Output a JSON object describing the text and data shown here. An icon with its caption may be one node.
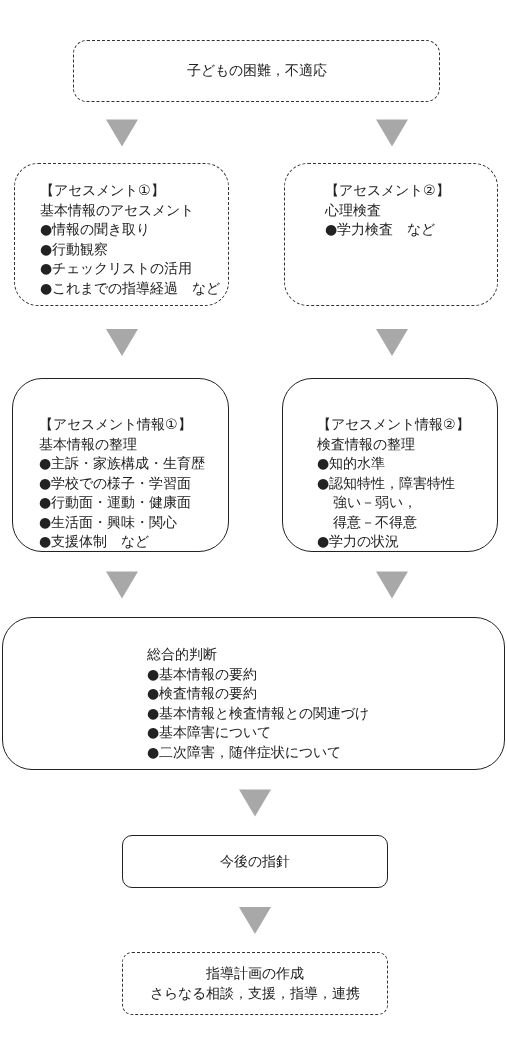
{
  "diagram": {
    "nodes": [
      {
        "text": [
          "子どもの困難，不適応"
        ]
      },
      {
        "text": [
          "【アセスメント①】",
          "基本情報のアセスメント",
          "●情報の聞き取り",
          "●行動観察",
          "●チェックリストの活用",
          "●これまでの指導経過　など"
        ]
      },
      {
        "text": [
          "【アセスメント②】",
          "心理検査",
          "●学力検査　など"
        ]
      },
      {
        "text": [
          "【アセスメント情報①】",
          "基本情報の整理",
          "●主訴・家族構成・生育歴",
          "●学校での様子・学習面",
          "●行動面・運動・健康面",
          "●生活面・興味・関心",
          "●支援体制　など"
        ]
      },
      {
        "text": [
          "【アセスメント情報②】",
          "検査情報の整理",
          "●知的水準",
          "●認知特性，障害特性",
          "強い－弱い，",
          "得意－不得意",
          "●学力の状況"
        ]
      },
      {
        "text": [
          "総合的判断",
          "●基本情報の要約",
          "●検査情報の要約",
          "●基本情報と検査情報との関連づけ",
          "●基本障害について",
          "●二次障害，随伴症状について"
        ]
      },
      {
        "text": [
          "今後の指針"
        ]
      },
      {
        "text": [
          "指導計画の作成",
          "さらなる相談，支援，指導，連携"
        ]
      }
    ],
    "edges": [
      {
        "from": 0,
        "to": 1,
        "arrow": "to"
      },
      {
        "from": 0,
        "to": 2,
        "arrow": "to"
      },
      {
        "from": 1,
        "to": 3,
        "arrow": "to"
      },
      {
        "from": 2,
        "to": 4,
        "arrow": "to"
      },
      {
        "from": 3,
        "to": 5,
        "arrow": "to"
      },
      {
        "from": 4,
        "to": 5,
        "arrow": "to"
      },
      {
        "from": 5,
        "to": 6,
        "arrow": "to"
      },
      {
        "from": 6,
        "to": 7,
        "arrow": "to"
      }
    ]
  }
}
